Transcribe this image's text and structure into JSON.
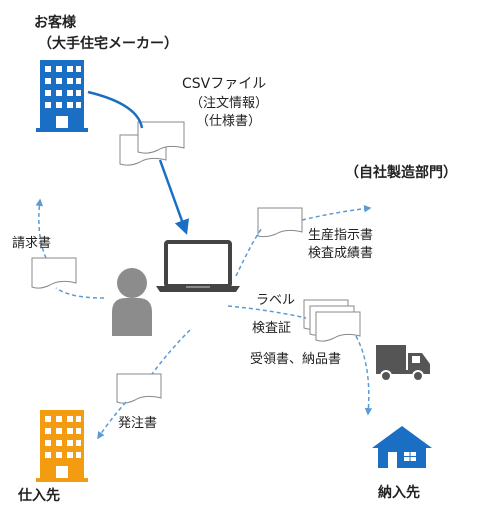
{
  "customer": {
    "name": "お客様",
    "sub": "（大手住宅メーカー）"
  },
  "csv": {
    "title": "CSVファイル",
    "line1": "（注文情報）",
    "line2": "（仕様書）"
  },
  "own_company": "（自社製造部門）",
  "production": {
    "line1": "生産指示書",
    "line2": "検査成績書"
  },
  "invoice": "請求書",
  "shipping_docs": {
    "label": "ラベル",
    "inspection": "検査証",
    "receipt": "受領書、納品書"
  },
  "purchase_order": "発注書",
  "supplier": "仕入先",
  "delivery": "納入先",
  "colors": {
    "customer_building": "#1a6fc4",
    "supplier_building": "#f39c12",
    "delivery_house": "#1a6fc4",
    "arrow_solid": "#1a6fc4",
    "arrow_dashed": "#5b9bd5",
    "person": "#8c8c8c",
    "truck": "#555555",
    "laptop": "#444444"
  }
}
